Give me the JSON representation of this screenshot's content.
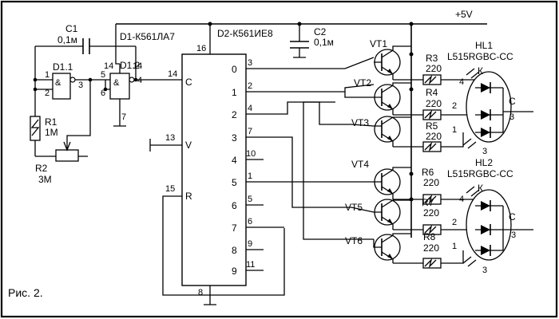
{
  "frame_color": "#000000",
  "caption": "Рис. 2.",
  "power": {
    "label": "+5V"
  },
  "chips": {
    "d1": {
      "label": "D1-К561ЛА7",
      "g1": "D1.1",
      "g2": "D1.2",
      "sym": "&"
    },
    "d2": {
      "label": "D2-К561ИЕ8",
      "inputs": [
        "C",
        "V",
        "R"
      ]
    }
  },
  "components": {
    "c1": {
      "ref": "C1",
      "value": "0,1м"
    },
    "c2": {
      "ref": "C2",
      "value": "0,1м"
    },
    "r1": {
      "ref": "R1",
      "value": "1М"
    },
    "r2": {
      "ref": "R2",
      "value": "3М"
    },
    "r3": {
      "ref": "R3",
      "value": "220"
    },
    "r4": {
      "ref": "R4",
      "value": "220"
    },
    "r5": {
      "ref": "R5",
      "value": "220"
    },
    "r6": {
      "ref": "R6",
      "value": "220"
    },
    "r7": {
      "ref": "R7",
      "value": "220"
    },
    "r8": {
      "ref": "R8",
      "value": "220"
    }
  },
  "transistors": [
    "VT1",
    "VT2",
    "VT3",
    "VT4",
    "VT5",
    "VT6"
  ],
  "leds": {
    "hl1": {
      "ref": "HL1",
      "part": "L515RGBC-CC",
      "k": "К",
      "c": "С"
    },
    "hl2": {
      "ref": "HL2",
      "part": "L515RGBC-CC",
      "k": "К",
      "c": "С"
    }
  },
  "pins": {
    "d1_1": "1",
    "d1_2": "2",
    "d1_3": "3",
    "d1_4": "4",
    "d1_5": "5",
    "d1_6": "6",
    "d1_7": "7",
    "d1_14a": "14",
    "d1_14b": "14",
    "d2_16": "16",
    "d2_14": "14",
    "d2_13": "13",
    "d2_15": "15",
    "d2_8": "8",
    "q0": "0",
    "q1": "1",
    "q2": "2",
    "q3": "3",
    "q4": "4",
    "q5": "5",
    "q6": "6",
    "q7": "7",
    "q8": "8",
    "q9": "9",
    "o3": "3",
    "o2": "2",
    "o4": "4",
    "o7": "7",
    "o10": "10",
    "o1": "1",
    "o5": "5",
    "o6": "6",
    "o9": "9",
    "o11": "11",
    "hl1_4": "4",
    "hl1_2": "2",
    "hl1_1": "1",
    "hl1_3": "3",
    "hl2_4": "4",
    "hl2_2": "2",
    "hl2_1": "1",
    "hl2_3": "3"
  }
}
